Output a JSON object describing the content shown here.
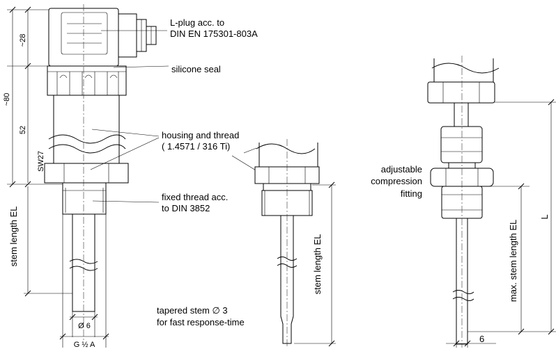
{
  "labels": {
    "plug_line1": "L-plug acc. to",
    "plug_line2": "DIN EN 175301-803A",
    "seal": "silicone seal",
    "housing_line1": "housing and thread",
    "housing_line2": "( 1.4571 / 316 Ti)",
    "fixed_line1": "fixed thread acc.",
    "fixed_line2": "to DIN 3852",
    "tapered_line1": "tapered stem ∅ 3",
    "tapered_line2": "for fast response-time",
    "adj_line1": "adjustable",
    "adj_line2": "compression",
    "adj_line3": "fitting"
  },
  "dimensions": {
    "plug_height": "~28",
    "total_height": "~80",
    "housing_height": "52",
    "wrench_size": "SW27",
    "stem_length_left": "stem length EL",
    "stem_length_mid": "stem length EL",
    "max_stem_length": "max. stem length EL",
    "overall_length": "L",
    "stem_diameter": "Ø 6",
    "thread": "G ½ A",
    "stem_dia_right": "6"
  }
}
